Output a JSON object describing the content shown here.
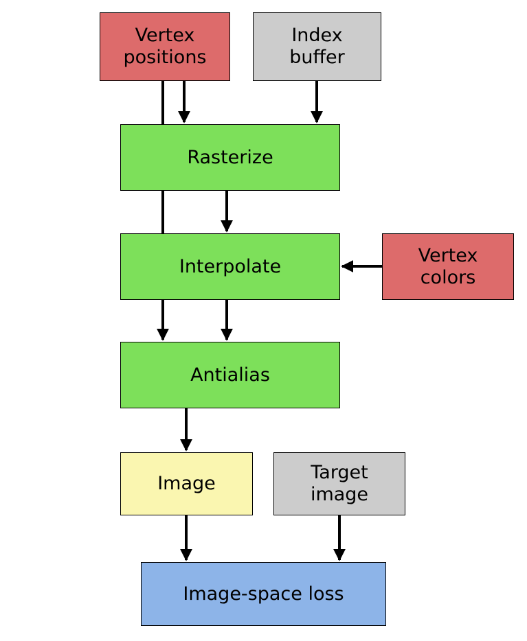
{
  "diagram": {
    "kind": "flowchart",
    "nodes": {
      "vertex_positions": {
        "label": "Vertex\npositions",
        "color": "#dd6b6b"
      },
      "index_buffer": {
        "label": "Index\nbuffer",
        "color": "#cccccc"
      },
      "rasterize": {
        "label": "Rasterize",
        "color": "#7de05a"
      },
      "interpolate": {
        "label": "Interpolate",
        "color": "#7de05a"
      },
      "vertex_colors": {
        "label": "Vertex\ncolors",
        "color": "#dd6b6b"
      },
      "antialias": {
        "label": "Antialias",
        "color": "#7de05a"
      },
      "image": {
        "label": "Image",
        "color": "#faf6b0"
      },
      "target_image": {
        "label": "Target\nimage",
        "color": "#cccccc"
      },
      "image_space_loss": {
        "label": "Image-space loss",
        "color": "#8db4e8"
      }
    },
    "edges": [
      {
        "from": "vertex_positions",
        "to": "rasterize"
      },
      {
        "from": "vertex_positions",
        "to": "antialias"
      },
      {
        "from": "index_buffer",
        "to": "rasterize"
      },
      {
        "from": "rasterize",
        "to": "interpolate"
      },
      {
        "from": "vertex_colors",
        "to": "interpolate"
      },
      {
        "from": "interpolate",
        "to": "antialias"
      },
      {
        "from": "antialias",
        "to": "image"
      },
      {
        "from": "image",
        "to": "image_space_loss"
      },
      {
        "from": "target_image",
        "to": "image_space_loss"
      }
    ],
    "edge_color": "#000000"
  }
}
